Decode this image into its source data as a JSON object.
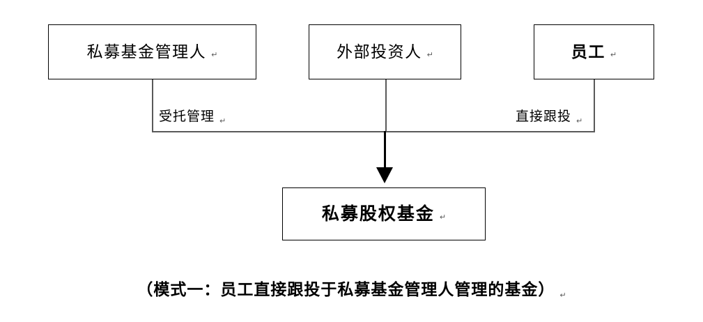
{
  "diagram": {
    "title_caption": "（模式一：员工直接跟投于私募基金管理人管理的基金）",
    "paragraph_mark": "↵",
    "line_color": "#595959",
    "arrow_color": "#000000",
    "border_color": "#000000",
    "background_color": "#ffffff",
    "nodes": [
      {
        "id": "manager",
        "label": "私募基金管理人",
        "bold": false
      },
      {
        "id": "investor",
        "label": "外部投资人",
        "bold": false
      },
      {
        "id": "employee",
        "label": "员工",
        "bold": true
      },
      {
        "id": "fund",
        "label": "私募股权基金",
        "bold": true
      }
    ],
    "edge_labels": [
      {
        "id": "entrusted-management",
        "label": "受托管理",
        "from": "manager",
        "to": "fund"
      },
      {
        "id": "direct-co-invest",
        "label": "直接跟投",
        "from": "employee",
        "to": "fund"
      }
    ]
  }
}
